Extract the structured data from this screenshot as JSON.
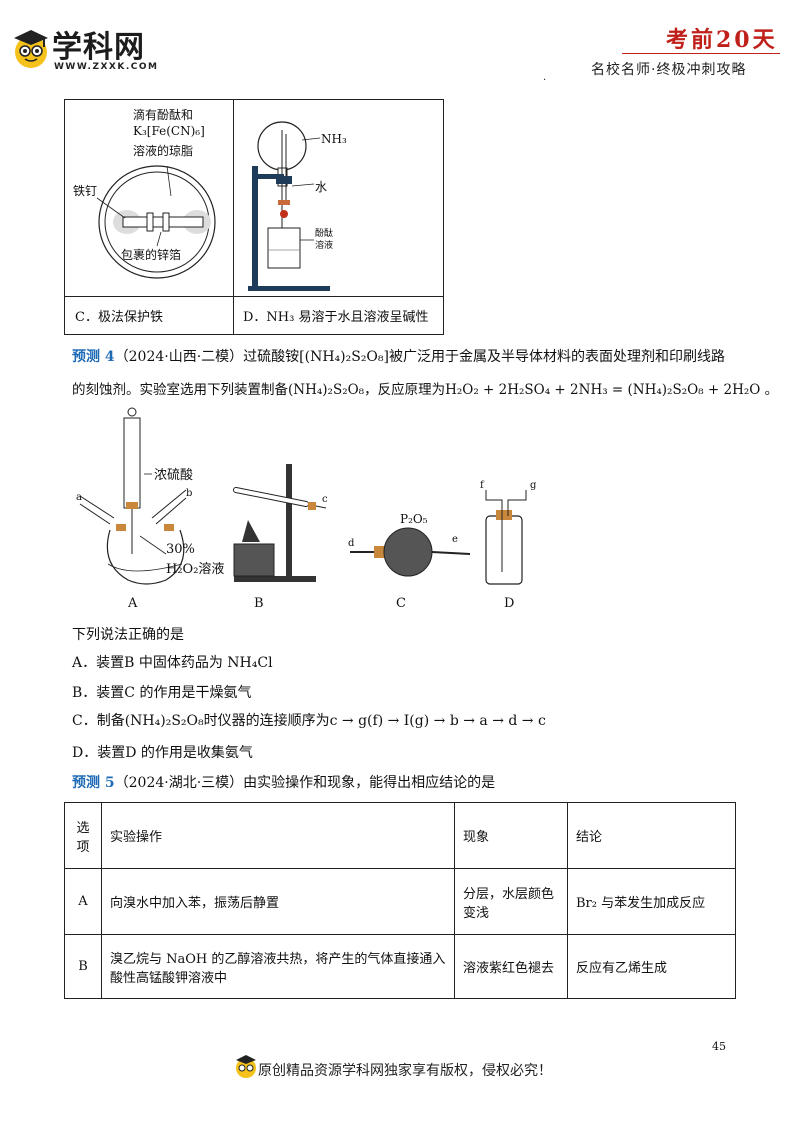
{
  "header": {
    "logo_text": "学科网",
    "logo_url": "WWW.ZXXK.COM",
    "title": "考前20天",
    "subtitle": "名校名师·终极冲刺攻略",
    "dot": "."
  },
  "figure_table": {
    "left_labels": {
      "agar_line1": "滴有酚酞和",
      "agar_line2": "K₃[Fe(CN)₆]",
      "agar_line3": "溶液的琼脂",
      "nail": "铁钉",
      "foil": "包裹的锌箔"
    },
    "right_labels": {
      "nh3": "NH₃",
      "water": "水",
      "indicator1": "酚酞",
      "indicator2": "溶液"
    },
    "caption_c": "C．极法保护铁",
    "caption_d": "D．NH₃ 易溶于水且溶液呈碱性"
  },
  "q4": {
    "label": "预测 4",
    "source": "（2024·山西·二模）",
    "line1_text": "过硫酸铵[(NH₄)₂S₂O₈]被广泛用于金属及半导体材料的表面处理剂和印刷线路",
    "line2_text": "的刻蚀剂。实验室选用下列装置制备(NH₄)₂S₂O₈，反应原理为H₂O₂ + 2H₂SO₄ + 2NH₃ = (NH₄)₂S₂O₈ + 2H₂O 。",
    "apparatus": {
      "a_acid": "浓硫酸",
      "a_port_a": "a",
      "a_port_b": "b",
      "a_conc": "30%",
      "a_h2o2": "H₂O₂溶液",
      "a_name": "A",
      "b_port_c": "c",
      "b_name": "B",
      "c_reagent": "P₂O₅",
      "c_port_d": "d",
      "c_port_e": "e",
      "c_name": "C",
      "d_port_f": "f",
      "d_port_g": "g",
      "d_name": "D"
    },
    "stem": "下列说法正确的是",
    "options": [
      "A．装置B 中固体药品为 NH₄Cl",
      "B．装置C 的作用是干燥氨气",
      "C．制备(NH₄)₂S₂O₈时仪器的连接顺序为c → g(f) → I(g) → b → a → d → c",
      "D．装置D 的作用是收集氨气"
    ]
  },
  "q5": {
    "label": "预测 5",
    "source": "（2024·湖北·三模）",
    "text": "由实验操作和现象，能得出相应结论的是",
    "table": {
      "headers": [
        "选\n项",
        "实验操作",
        "现象",
        "结论"
      ],
      "rows": [
        [
          "A",
          "向溴水中加入苯，振荡后静置",
          "分层，水层颜色变浅",
          "Br₂ 与苯发生加成反应"
        ],
        [
          "B",
          "溴乙烷与 NaOH 的乙醇溶液共热，将产生的气体直接通入酸性高锰酸钾溶液中",
          "溶液紫红色褪去",
          "反应有乙烯生成"
        ]
      ]
    }
  },
  "page_number": "45",
  "footer": "原创精品资源学科网独家享有版权，侵权必究！",
  "colors": {
    "accent_red": "#c0201a",
    "question_blue": "#1f6bb5"
  }
}
